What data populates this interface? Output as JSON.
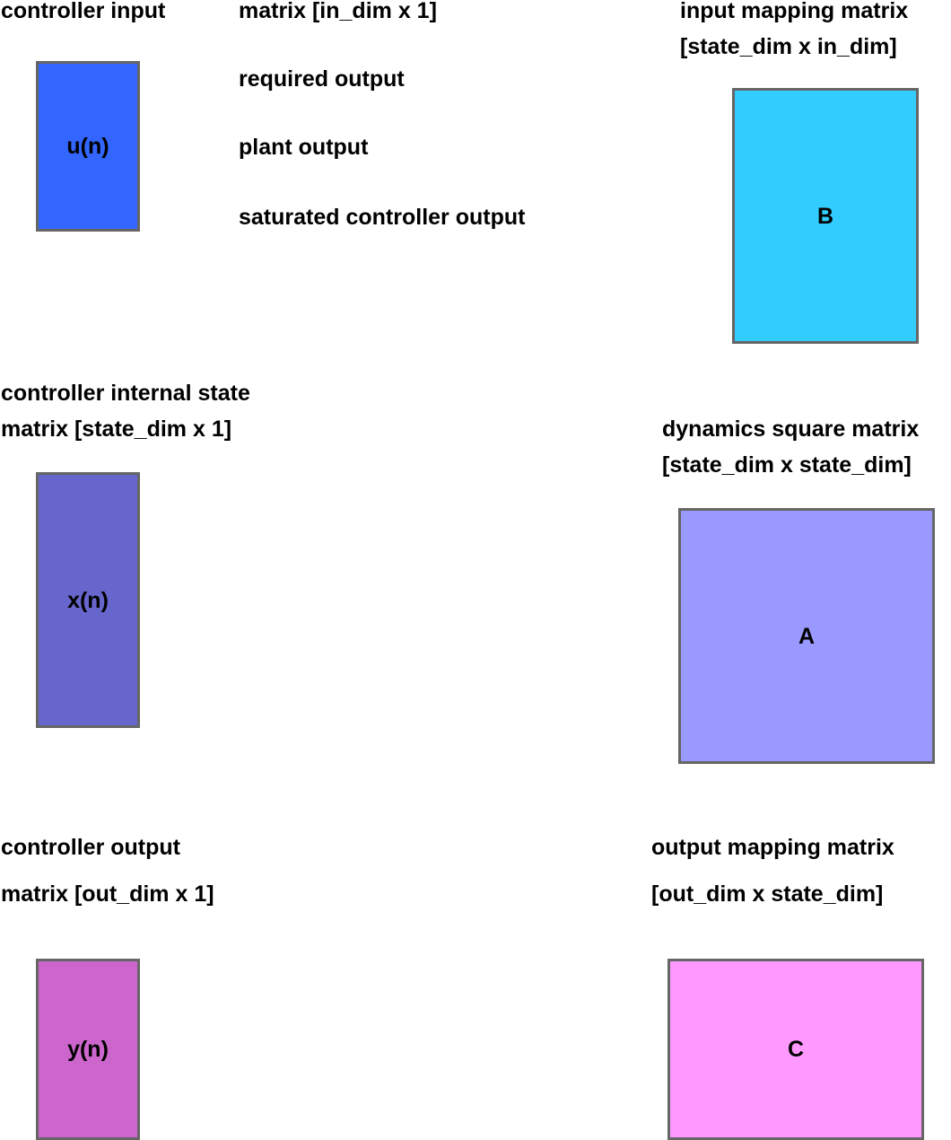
{
  "left_column": {
    "controller_input": {
      "label_line1": "controller input",
      "label_line2": "matrix [in_dim x 1]",
      "box_label": "u(n)",
      "box_color": "#3366ff"
    },
    "controller_state": {
      "label_line1": "controller internal state",
      "label_line2": "matrix [state_dim x 1]",
      "box_label": "x(n)",
      "box_color": "#6666cc"
    },
    "controller_output": {
      "label_line1": "controller output",
      "label_line2": "matrix [out_dim x 1]",
      "box_label": "y(n)",
      "box_color": "#cc66cc"
    }
  },
  "middle_notes": {
    "required_output": "required output",
    "plant_output": "plant output",
    "saturated_output": "saturated controller output"
  },
  "right_column": {
    "input_mapping": {
      "label_line1": "input mapping matrix",
      "label_line2": "[state_dim x in_dim]",
      "box_label": "B",
      "box_color": "#33ccff"
    },
    "dynamics": {
      "label_line1": "dynamics square matrix",
      "label_line2": "[state_dim x state_dim]",
      "box_label": "A",
      "box_color": "#9999ff"
    },
    "output_mapping": {
      "label_line1": "output mapping matrix",
      "label_line2": "[out_dim x state_dim]",
      "box_label": "C",
      "box_color": "#ff99ff"
    }
  },
  "colors": {
    "border": "#666666",
    "text": "#000000",
    "background": "#ffffff"
  }
}
